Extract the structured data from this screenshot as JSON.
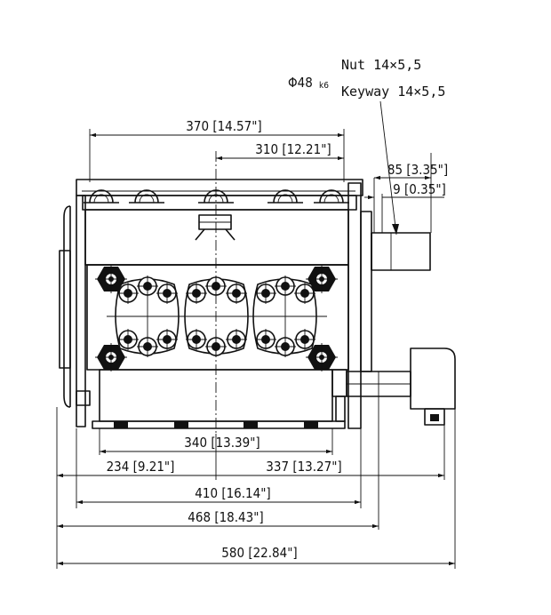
{
  "annotations": {
    "diameter": "Φ48",
    "diameter_tol": "k6",
    "nut": "Nut  14×5,5",
    "keyway": "Keyway  14×5,5"
  },
  "dimensions": {
    "d370": "370 [14.57\"]",
    "d310": "310 [12.21\"]",
    "d85": "85 [3.35\"]",
    "d9": "9 [0.35\"]",
    "d340": "340 [13.39\"]",
    "d234": "234 [9.21\"]",
    "d337": "337 [13.27\"]",
    "d410": "410 [16.14\"]",
    "d468": "468 [18.43\"]",
    "d580": "580 [22.84\"]"
  }
}
